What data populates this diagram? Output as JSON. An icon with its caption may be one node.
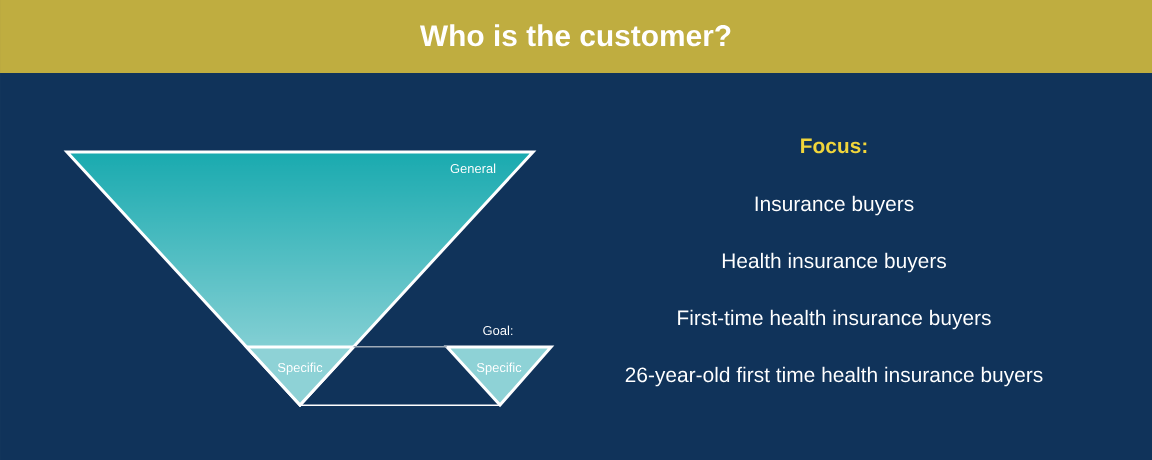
{
  "diagram": {
    "title": "Who is the customer?",
    "nodes": [
      {
        "text": [
          "General"
        ]
      },
      {
        "text": [
          "Specific"
        ],
        "in": 0
      },
      {
        "text": [
          "Specific"
        ],
        "beside": [
          "Goal:"
        ]
      }
    ],
    "edges": [
      {
        "from": 1,
        "to": 2,
        "arrow": "none",
        "color": "#9fabb8"
      },
      {
        "from": 1,
        "to": 2,
        "arrow": "none",
        "color": "#ffffff"
      }
    ],
    "labels": [
      "Focus:",
      "Insurance buyers",
      "Health insurance buyers",
      "First-time health insurance buyers",
      "26-year-old first time health insurance buyers"
    ]
  }
}
